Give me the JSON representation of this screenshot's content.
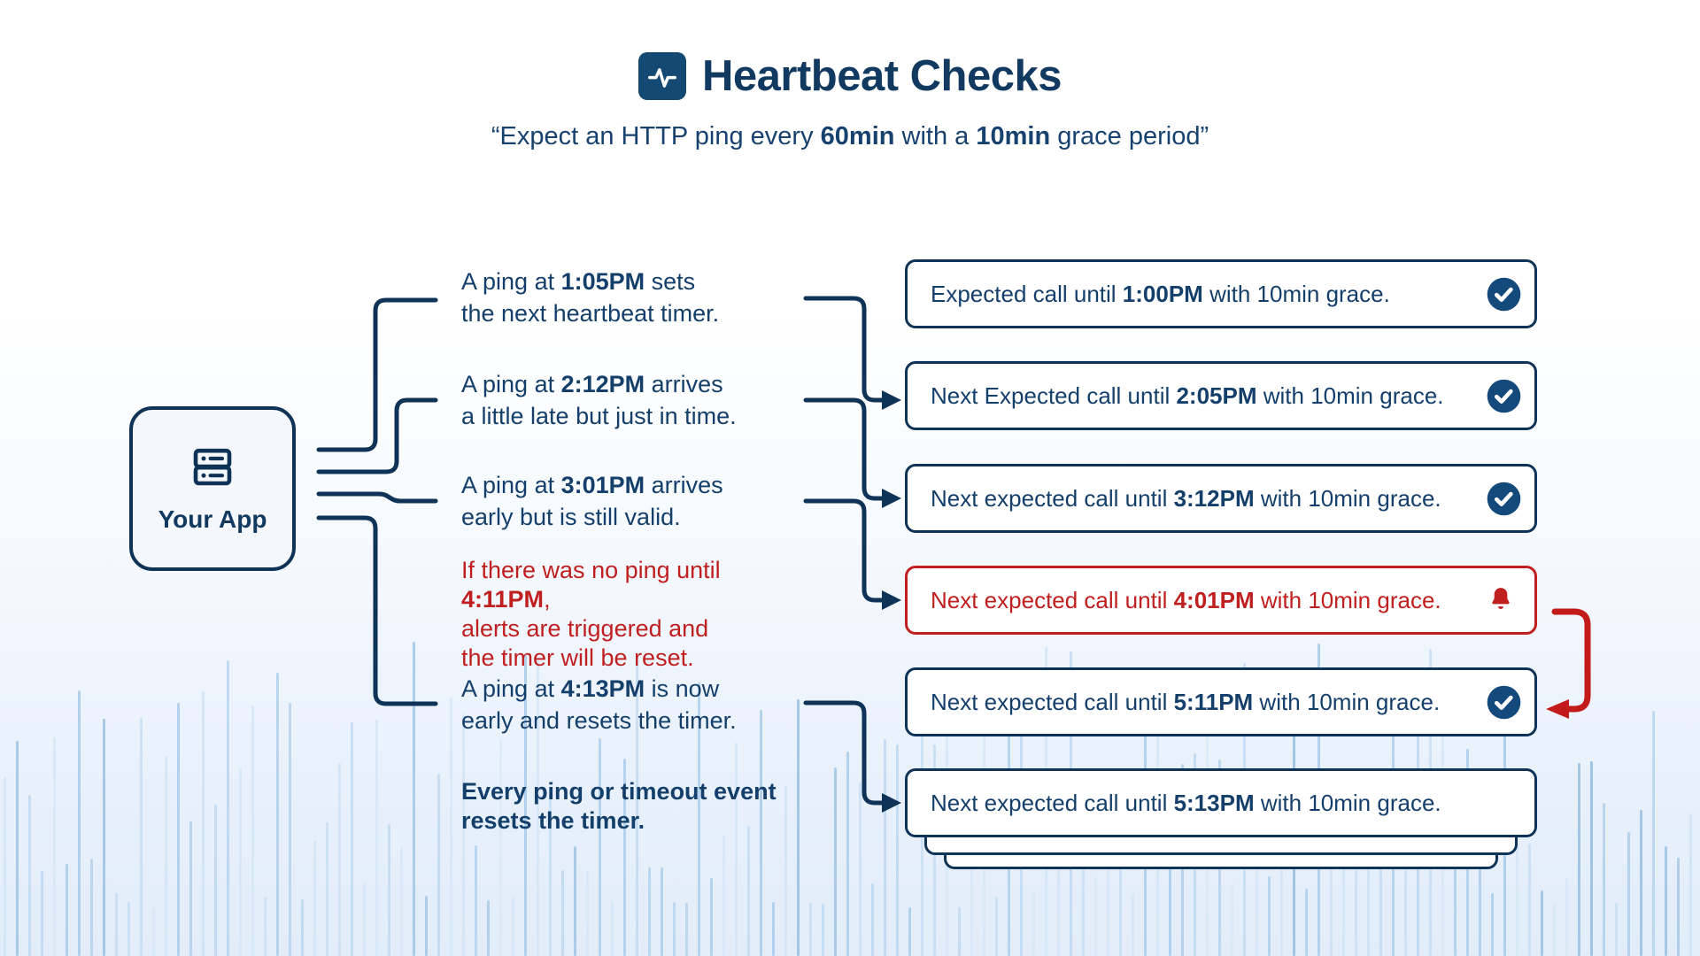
{
  "title": {
    "text": "Heartbeat Checks",
    "icon": "pulse-icon"
  },
  "subtitle": {
    "pre": "“Expect an HTTP ping every ",
    "bold1": "60min",
    "mid": " with a ",
    "bold2": "10min",
    "post": " grace period”"
  },
  "app_box": {
    "label": "Your App",
    "icon": "server-icon"
  },
  "notes": [
    {
      "pre": "A ping at ",
      "time": "1:05PM",
      "post": " sets",
      "line2": "the next heartbeat timer."
    },
    {
      "pre": "A ping at ",
      "time": "2:12PM",
      "post": " arrives",
      "line2": "a little late but just in time."
    },
    {
      "pre": "A ping at ",
      "time": "3:01PM",
      "post": " arrives",
      "line2": "early but is still valid."
    },
    {
      "pre": "If there was no ping until ",
      "time": "4:11PM",
      "post": ",",
      "line2": "alerts are triggered and",
      "line3": "the timer will be reset."
    },
    {
      "pre": "A ping at ",
      "time": "4:13PM",
      "post": " is now",
      "line2": "early and resets the timer."
    },
    {
      "line1": "Every ping or timeout event",
      "line2": "resets the timer."
    }
  ],
  "status_boxes": [
    {
      "pre": "Expected call until ",
      "time": "1:00PM",
      "post": " with 10min grace.",
      "icon": "check-circle"
    },
    {
      "pre": "Next Expected call until ",
      "time": "2:05PM",
      "post": " with 10min grace.",
      "icon": "check-circle"
    },
    {
      "pre": "Next expected call until ",
      "time": "3:12PM",
      "post": " with 10min grace.",
      "icon": "check-circle"
    },
    {
      "pre": "Next expected call until ",
      "time": "4:01PM",
      "post": " with 10min grace.",
      "icon": "bell-alert"
    },
    {
      "pre": "Next expected call until ",
      "time": "5:11PM",
      "post": " with 10min grace.",
      "icon": "check-circle"
    },
    {
      "pre": "Next expected call until ",
      "time": "5:13PM",
      "post": " with 10min grace.",
      "icon": "none"
    }
  ],
  "colors": {
    "navy_text": "#143F6B",
    "navy_line": "#0E3356",
    "badge_blue": "#14497B",
    "alert_red": "#C01F1F",
    "red_arrow": "#C31A1A",
    "waveform_palette": [
      "#AECFEC",
      "#C3DCF3",
      "#D4E6F7",
      "#9FC4E4"
    ]
  }
}
